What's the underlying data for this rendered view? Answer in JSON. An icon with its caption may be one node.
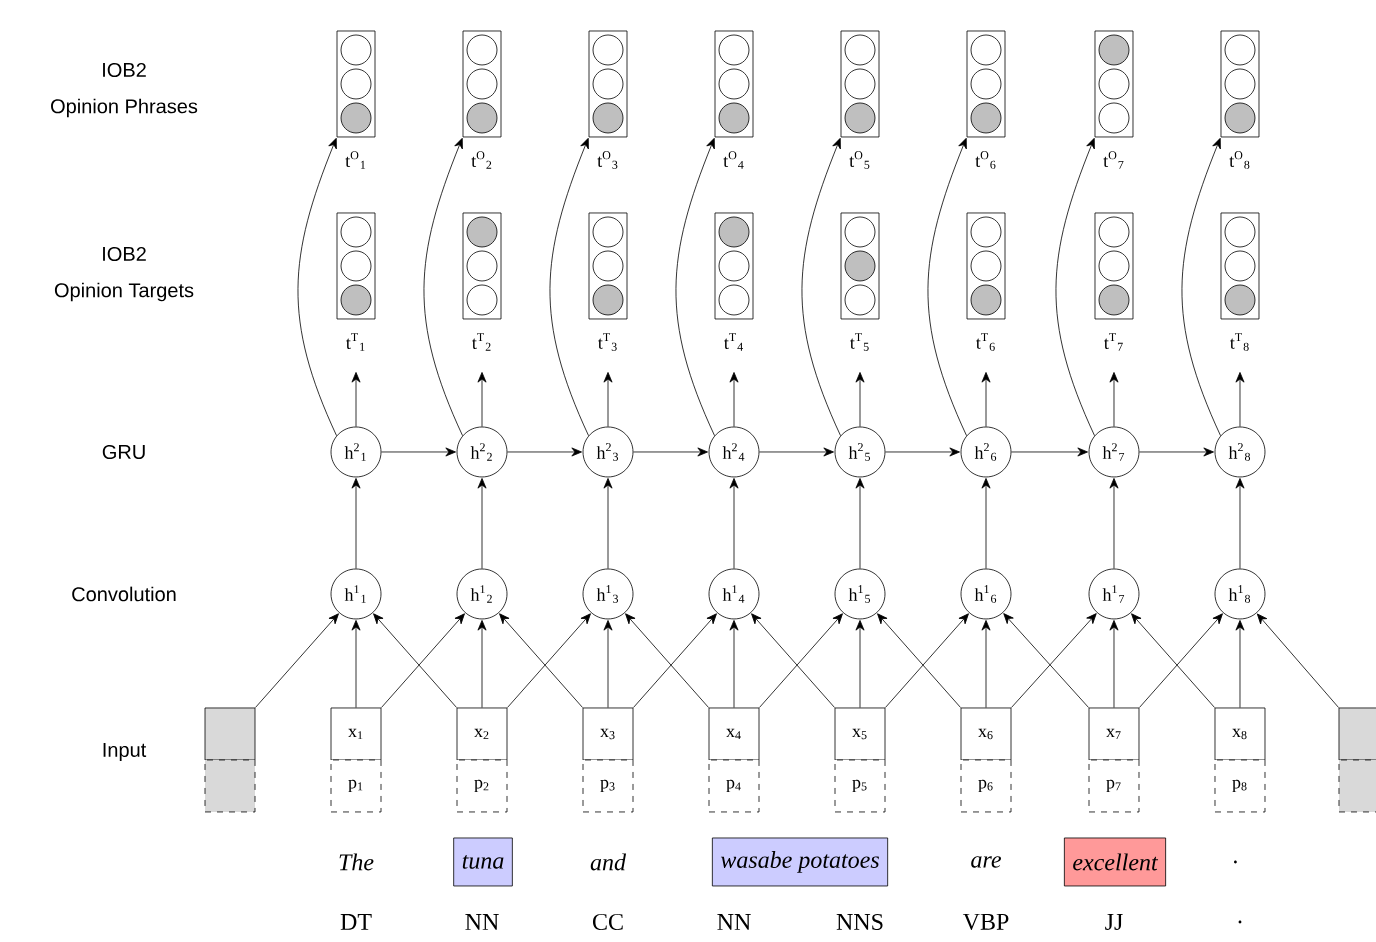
{
  "diagram": {
    "nodes": [
      {
        "text": [],
        "shape": "box",
        "beside": [
          "t$^{O}$$_{1}$"
        ]
      },
      {
        "text": [],
        "shape": "box",
        "beside": [
          "t$^{O}$$_{2}$"
        ]
      },
      {
        "text": [],
        "shape": "box",
        "beside": [
          "t$^{O}$$_{3}$"
        ]
      },
      {
        "text": [],
        "shape": "box",
        "beside": [
          "t$^{O}$$_{4}$"
        ]
      },
      {
        "text": [],
        "shape": "box",
        "beside": [
          "t$^{O}$$_{5}$"
        ]
      },
      {
        "text": [],
        "shape": "box",
        "beside": [
          "t$^{O}$$_{6}$"
        ]
      },
      {
        "text": [],
        "shape": "box",
        "beside": [
          "t$^{O}$$_{7}$"
        ]
      },
      {
        "text": [],
        "shape": "box",
        "beside": [
          "t$^{O}$$_{8}$"
        ]
      },
      {
        "text": [],
        "shape": "box",
        "beside": [
          "t$^{T}$$_{1}$"
        ]
      },
      {
        "text": [],
        "shape": "box",
        "beside": [
          "t$^{T}$$_{2}$"
        ]
      },
      {
        "text": [],
        "shape": "box",
        "beside": [
          "t$^{T}$$_{3}$"
        ]
      },
      {
        "text": [],
        "shape": "box",
        "beside": [
          "t$^{T}$$_{4}$"
        ]
      },
      {
        "text": [],
        "shape": "box",
        "beside": [
          "t$^{T}$$_{5}$"
        ]
      },
      {
        "text": [],
        "shape": "box",
        "beside": [
          "t$^{T}$$_{6}$"
        ]
      },
      {
        "text": [],
        "shape": "box",
        "beside": [
          "t$^{T}$$_{7}$"
        ]
      },
      {
        "text": [],
        "shape": "box",
        "beside": [
          "t$^{T}$$_{8}$"
        ]
      },
      {
        "text": [
          "h$^{2}$$_{1}$"
        ]
      },
      {
        "text": [
          "h$^{2}$$_{2}$"
        ]
      },
      {
        "text": [
          "h$^{2}$$_{3}$"
        ]
      },
      {
        "text": [
          "h$^{2}$$_{4}$"
        ]
      },
      {
        "text": [
          "h$^{2}$$_{5}$"
        ]
      },
      {
        "text": [
          "h$^{2}$$_{6}$"
        ]
      },
      {
        "text": [
          "h$^{2}$$_{7}$"
        ]
      },
      {
        "text": [
          "h$^{2}$$_{8}$"
        ]
      },
      {
        "text": [
          "h$^{1}$$_{1}$"
        ]
      },
      {
        "text": [
          "h$^{1}$$_{2}$"
        ]
      },
      {
        "text": [
          "h$^{1}$$_{3}$"
        ]
      },
      {
        "text": [
          "h$^{1}$$_{4}$"
        ]
      },
      {
        "text": [
          "h$^{1}$$_{5}$"
        ]
      },
      {
        "text": [
          "h$^{1}$$_{6}$"
        ]
      },
      {
        "text": [
          "h$^{1}$$_{7}$"
        ]
      },
      {
        "text": [
          "h$^{1}$$_{8}$"
        ]
      },
      {
        "text": [],
        "shape": "box"
      },
      {
        "text": [
          "x$_{1}$"
        ]
      },
      {
        "text": [
          "x$_{2}$"
        ]
      },
      {
        "text": [
          "x$_{3}$"
        ]
      },
      {
        "text": [
          "x$_{4}$"
        ]
      },
      {
        "text": [
          "x$_{5}$"
        ]
      },
      {
        "text": [
          "x$_{6}$"
        ]
      },
      {
        "text": [
          "x$_{7}$"
        ]
      },
      {
        "text": [
          "x$_{8}$"
        ]
      },
      {
        "text": [],
        "shape": "box"
      },
      {
        "text": [],
        "shape": "box"
      },
      {
        "text": [
          "p$_{1}$"
        ]
      },
      {
        "text": [
          "p$_{2}$"
        ]
      },
      {
        "text": [
          "p$_{3}$"
        ]
      },
      {
        "text": [
          "p$_{4}$"
        ]
      },
      {
        "text": [
          "p$_{5}$"
        ]
      },
      {
        "text": [
          "p$_{6}$"
        ]
      },
      {
        "text": [
          "p$_{7}$"
        ]
      },
      {
        "text": [
          "p$_{8}$"
        ]
      },
      {
        "text": [],
        "shape": "box"
      },
      {
        "text": [
          "tuna"
        ]
      },
      {
        "text": [
          "wasabe potatoes"
        ]
      },
      {
        "text": [
          "excellent"
        ]
      }
    ],
    "edges": [
      {
        "from": 16,
        "to": 0,
        "arrow": "to"
      },
      {
        "from": 17,
        "to": 1,
        "arrow": "to"
      },
      {
        "from": 18,
        "to": 2,
        "arrow": "to"
      },
      {
        "from": 19,
        "to": 3,
        "arrow": "to"
      },
      {
        "from": 20,
        "to": 4,
        "arrow": "to"
      },
      {
        "from": 21,
        "to": 5,
        "arrow": "to"
      },
      {
        "from": 22,
        "to": 6,
        "arrow": "to"
      },
      {
        "from": 23,
        "to": 7,
        "arrow": "to"
      },
      {
        "from": 16,
        "to": 8,
        "arrow": "to"
      },
      {
        "from": 17,
        "to": 9,
        "arrow": "to"
      },
      {
        "from": 18,
        "to": 10,
        "arrow": "to"
      },
      {
        "from": 19,
        "to": 11,
        "arrow": "to"
      },
      {
        "from": 20,
        "to": 12,
        "arrow": "to"
      },
      {
        "from": 21,
        "to": 13,
        "arrow": "to"
      },
      {
        "from": 22,
        "to": 14,
        "arrow": "to"
      },
      {
        "from": 23,
        "to": 15,
        "arrow": "to"
      },
      {
        "from": 16,
        "to": 17,
        "arrow": "to"
      },
      {
        "from": 17,
        "to": 18,
        "arrow": "to"
      },
      {
        "from": 18,
        "to": 19,
        "arrow": "to"
      },
      {
        "from": 19,
        "to": 20,
        "arrow": "to"
      },
      {
        "from": 20,
        "to": 21,
        "arrow": "to"
      },
      {
        "from": 21,
        "to": 22,
        "arrow": "to"
      },
      {
        "from": 22,
        "to": 23,
        "arrow": "to"
      },
      {
        "from": 24,
        "to": 16,
        "arrow": "to"
      },
      {
        "from": 25,
        "to": 17,
        "arrow": "to"
      },
      {
        "from": 26,
        "to": 18,
        "arrow": "to"
      },
      {
        "from": 27,
        "to": 19,
        "arrow": "to"
      },
      {
        "from": 28,
        "to": 20,
        "arrow": "to"
      },
      {
        "from": 29,
        "to": 21,
        "arrow": "to"
      },
      {
        "from": 30,
        "to": 22,
        "arrow": "to"
      },
      {
        "from": 31,
        "to": 23,
        "arrow": "to"
      },
      {
        "from": 32,
        "to": 24,
        "arrow": "to"
      },
      {
        "from": 33,
        "to": 24,
        "arrow": "to"
      },
      {
        "from": 33,
        "to": 25,
        "arrow": "to"
      },
      {
        "from": 34,
        "to": 24,
        "arrow": "to"
      },
      {
        "from": 34,
        "to": 25,
        "arrow": "to"
      },
      {
        "from": 34,
        "to": 26,
        "arrow": "to"
      },
      {
        "from": 35,
        "to": 25,
        "arrow": "to"
      },
      {
        "from": 35,
        "to": 26,
        "arrow": "to"
      },
      {
        "from": 35,
        "to": 27,
        "arrow": "to"
      },
      {
        "from": 36,
        "to": 26,
        "arrow": "to"
      },
      {
        "from": 36,
        "to": 27,
        "arrow": "to"
      },
      {
        "from": 36,
        "to": 28,
        "arrow": "to"
      },
      {
        "from": 37,
        "to": 27,
        "arrow": "to"
      },
      {
        "from": 37,
        "to": 28,
        "arrow": "to"
      },
      {
        "from": 37,
        "to": 29,
        "arrow": "to"
      },
      {
        "from": 38,
        "to": 28,
        "arrow": "to"
      },
      {
        "from": 38,
        "to": 29,
        "arrow": "to"
      },
      {
        "from": 38,
        "to": 30,
        "arrow": "to"
      },
      {
        "from": 39,
        "to": 29,
        "arrow": "to"
      },
      {
        "from": 39,
        "to": 30,
        "arrow": "to"
      },
      {
        "from": 39,
        "to": 31,
        "arrow": "to"
      },
      {
        "from": 40,
        "to": 30,
        "arrow": "to"
      },
      {
        "from": 40,
        "to": 31,
        "arrow": "to"
      },
      {
        "from": 41,
        "to": 31,
        "arrow": "to"
      }
    ],
    "labels": [
      "IOB2",
      "Opinion Phrases",
      "IOB2",
      "Opinion Targets",
      "GRU",
      "Convolution",
      "Input",
      "The",
      "and",
      "are",
      ".",
      "DT",
      "NN",
      "CC",
      "NN",
      "NNS",
      "VBP",
      "JJ",
      "."
    ]
  }
}
